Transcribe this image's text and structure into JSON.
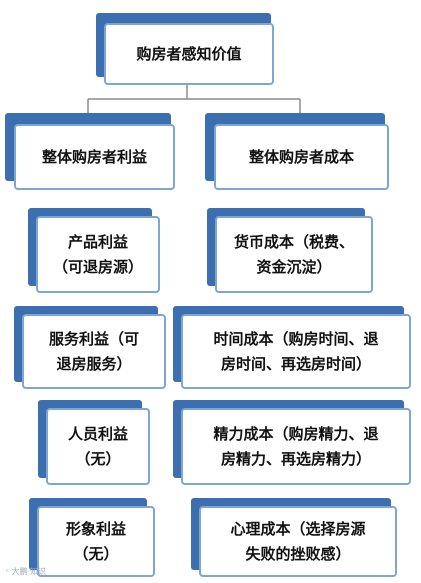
{
  "root": {
    "label": "购房者感知价值"
  },
  "left": {
    "header": "整体购房者利益",
    "items": [
      "产品利益\n（可退房源）",
      "服务利益（可\n退房服务）",
      "人员利益\n（无）",
      "形象利益\n（无）"
    ]
  },
  "right": {
    "header": "整体购房者成本",
    "items": [
      "货币成本（税费、\n资金沉淀）",
      "时间成本（购房时间、退\n房时间、再选房时间）",
      "精力成本（购房精力、退\n房精力、再选房精力）",
      "心理成本（选择房源\n失败的挫败感）"
    ]
  },
  "watermark": "ᶜ 大鹏·知识",
  "colors": {
    "box_border": "#7fa6d3",
    "shadow": "#3c6fb0",
    "connector": "#8c8c8c"
  }
}
